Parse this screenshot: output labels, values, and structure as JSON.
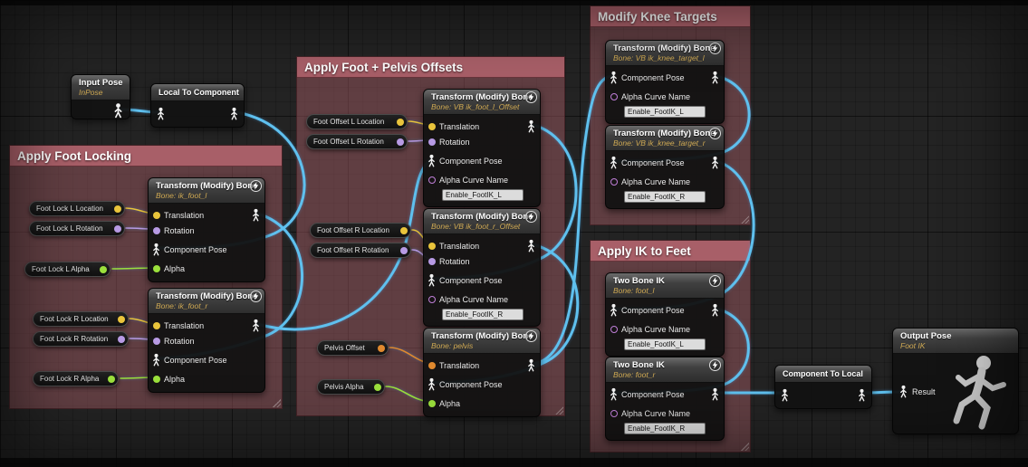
{
  "comments": {
    "foot_locking": {
      "title": "Apply Foot Locking"
    },
    "offsets": {
      "title": "Apply Foot + Pelvis Offsets"
    },
    "knee_targets": {
      "title": "Modify Knee Targets"
    },
    "apply_ik": {
      "title": "Apply IK to Feet"
    }
  },
  "pin_labels": {
    "translation": "Translation",
    "rotation": "Rotation",
    "component_pose": "Component Pose",
    "alpha": "Alpha",
    "alpha_curve_name": "Alpha Curve Name",
    "result": "Result"
  },
  "nodes": {
    "input_pose": {
      "title": "Input Pose",
      "subtitle": "InPose"
    },
    "local_to_component": {
      "title": "Local To Component"
    },
    "tm_foot_l": {
      "title": "Transform (Modify) Bone",
      "bone": "Bone: ik_foot_l"
    },
    "tm_foot_r": {
      "title": "Transform (Modify) Bone",
      "bone": "Bone: ik_foot_r"
    },
    "tm_offset_l": {
      "title": "Transform (Modify) Bone",
      "bone": "Bone: VB ik_foot_l_Offset",
      "alpha_curve_value": "Enable_FootIK_L"
    },
    "tm_offset_r": {
      "title": "Transform (Modify) Bone",
      "bone": "Bone: VB ik_foot_r_Offset",
      "alpha_curve_value": "Enable_FootIK_R"
    },
    "tm_pelvis": {
      "title": "Transform (Modify) Bone",
      "bone": "Bone: pelvis"
    },
    "tm_knee_l": {
      "title": "Transform (Modify) Bone",
      "bone": "Bone: VB ik_knee_target_l",
      "alpha_curve_value": "Enable_FootIK_L"
    },
    "tm_knee_r": {
      "title": "Transform (Modify) Bone",
      "bone": "Bone: VB ik_knee_target_r",
      "alpha_curve_value": "Enable_FootIK_R"
    },
    "tbik_l": {
      "title": "Two Bone IK",
      "bone": "Bone: foot_l",
      "alpha_curve_value": "Enable_FootIK_L"
    },
    "tbik_r": {
      "title": "Two Bone IK",
      "bone": "Bone: foot_r",
      "alpha_curve_value": "Enable_FootIK_R"
    },
    "component_to_local": {
      "title": "Component To Local"
    },
    "output_pose": {
      "title": "Output Pose",
      "subtitle": "Foot IK"
    }
  },
  "pills": {
    "foot_lock_l_location": {
      "label": "Foot Lock L Location",
      "type": "vector"
    },
    "foot_lock_l_rotation": {
      "label": "Foot Lock L Rotation",
      "type": "rotator"
    },
    "foot_lock_l_alpha": {
      "label": "Foot Lock L Alpha",
      "type": "float"
    },
    "foot_lock_r_location": {
      "label": "Foot Lock R Location",
      "type": "vector"
    },
    "foot_lock_r_rotation": {
      "label": "Foot Lock R Rotation",
      "type": "rotator"
    },
    "foot_lock_r_alpha": {
      "label": "Foot Lock R Alpha",
      "type": "float"
    },
    "foot_offset_l_location": {
      "label": "Foot Offset L Location",
      "type": "vector"
    },
    "foot_offset_l_rotation": {
      "label": "Foot Offset L Rotation",
      "type": "rotator"
    },
    "foot_offset_r_location": {
      "label": "Foot Offset R Location",
      "type": "vector"
    },
    "foot_offset_r_rotation": {
      "label": "Foot Offset R Rotation",
      "type": "rotator"
    },
    "pelvis_offset": {
      "label": "Pelvis Offset",
      "type": "vector_orange"
    },
    "pelvis_alpha": {
      "label": "Pelvis Alpha",
      "type": "float"
    }
  },
  "colors": {
    "pose_wire": "#5fc0ee",
    "vector_pin": "#e9c43b",
    "rotator_pin": "#b79ae4",
    "float_pin": "#9be03c",
    "orange_pin": "#e0892e",
    "name_pin": "#c07fd8",
    "comment_header": "#a85f68",
    "comment_body": "rgba(163,93,101,0.48)"
  }
}
